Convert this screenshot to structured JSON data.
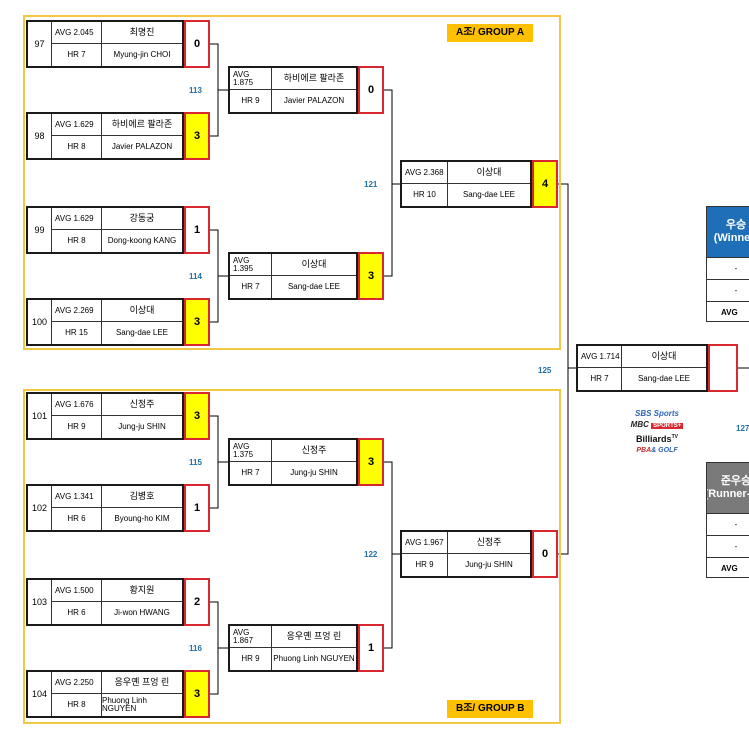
{
  "groups": {
    "a_label": "A조/ GROUP A",
    "b_label": "B조/ GROUP B"
  },
  "cards": {
    "c97": {
      "num": "97",
      "avg": "AVG 2.045",
      "hr": "HR 7",
      "kname": "최명진",
      "ename": "Myung-jin CHOI",
      "score": "0"
    },
    "c98": {
      "num": "98",
      "avg": "AVG 1.629",
      "hr": "HR 8",
      "kname": "하비에르 팔라존",
      "ename": "Javier PALAZON",
      "score": "3"
    },
    "c99": {
      "num": "99",
      "avg": "AVG 1.629",
      "hr": "HR 8",
      "kname": "강동궁",
      "ename": "Dong-koong KANG",
      "score": "1"
    },
    "c100": {
      "num": "100",
      "avg": "AVG 2.269",
      "hr": "HR 15",
      "kname": "이상대",
      "ename": "Sang-dae LEE",
      "score": "3"
    },
    "c101": {
      "num": "101",
      "avg": "AVG 1.676",
      "hr": "HR 9",
      "kname": "신정주",
      "ename": "Jung-ju SHIN",
      "score": "3"
    },
    "c102": {
      "num": "102",
      "avg": "AVG 1.341",
      "hr": "HR 6",
      "kname": "김병호",
      "ename": "Byoung-ho KIM",
      "score": "1"
    },
    "c103": {
      "num": "103",
      "avg": "AVG 1.500",
      "hr": "HR 6",
      "kname": "황지원",
      "ename": "Ji-won HWANG",
      "score": "2"
    },
    "c104": {
      "num": "104",
      "avg": "AVG 2.250",
      "hr": "HR 8",
      "kname": "응우옌 프엉 린",
      "ename": "Phuong Linh NGUYEN",
      "score": "3"
    },
    "m113": {
      "avg": "AVG 1.875",
      "hr": "HR 9",
      "kname": "하비에르 팔라존",
      "ename": "Javier PALAZON",
      "score": "0"
    },
    "m114": {
      "avg": "AVG 1.395",
      "hr": "HR 7",
      "kname": "이상대",
      "ename": "Sang-dae LEE",
      "score": "3"
    },
    "m115": {
      "avg": "AVG 1.375",
      "hr": "HR 7",
      "kname": "신정주",
      "ename": "Jung-ju SHIN",
      "score": "3"
    },
    "m116": {
      "avg": "AVG 1.867",
      "hr": "HR 9",
      "kname": "응우옌 프엉 린",
      "ename": "Phuong Linh NGUYEN",
      "score": "1"
    },
    "m121": {
      "avg": "AVG 2.368",
      "hr": "HR 10",
      "kname": "이상대",
      "ename": "Sang-dae LEE",
      "score": "4"
    },
    "m122": {
      "avg": "AVG 1.967",
      "hr": "HR 9",
      "kname": "신정주",
      "ename": "Jung-ju SHIN",
      "score": "0"
    },
    "m125": {
      "avg": "AVG 1.714",
      "hr": "HR 7",
      "kname": "이상대",
      "ename": "Sang-dae LEE"
    }
  },
  "match_numbers": {
    "n113": "113",
    "n114": "114",
    "n115": "115",
    "n116": "116",
    "n121": "121",
    "n122": "122",
    "n125": "125",
    "n127": "127"
  },
  "panels": {
    "winner": {
      "title": "우승",
      "subtitle": "(Winner)",
      "row1": "-",
      "row2": "-",
      "avg": "AVG",
      "color": "#1f6fb8"
    },
    "runner": {
      "title": "준우승",
      "subtitle": "(Runner-up)",
      "row1": "-",
      "row2": "-",
      "avg": "AVG",
      "color": "#7a7a7a"
    }
  },
  "sponsors": {
    "sbs_a": "SBS",
    "sbs_b": "Sports",
    "mbc_a": "MBC",
    "mbc_b": "SPORTS+",
    "billiards": "Billiards",
    "billiards_tv": "TV",
    "pba_a": "PBA",
    "pba_b": "& GOLF"
  }
}
